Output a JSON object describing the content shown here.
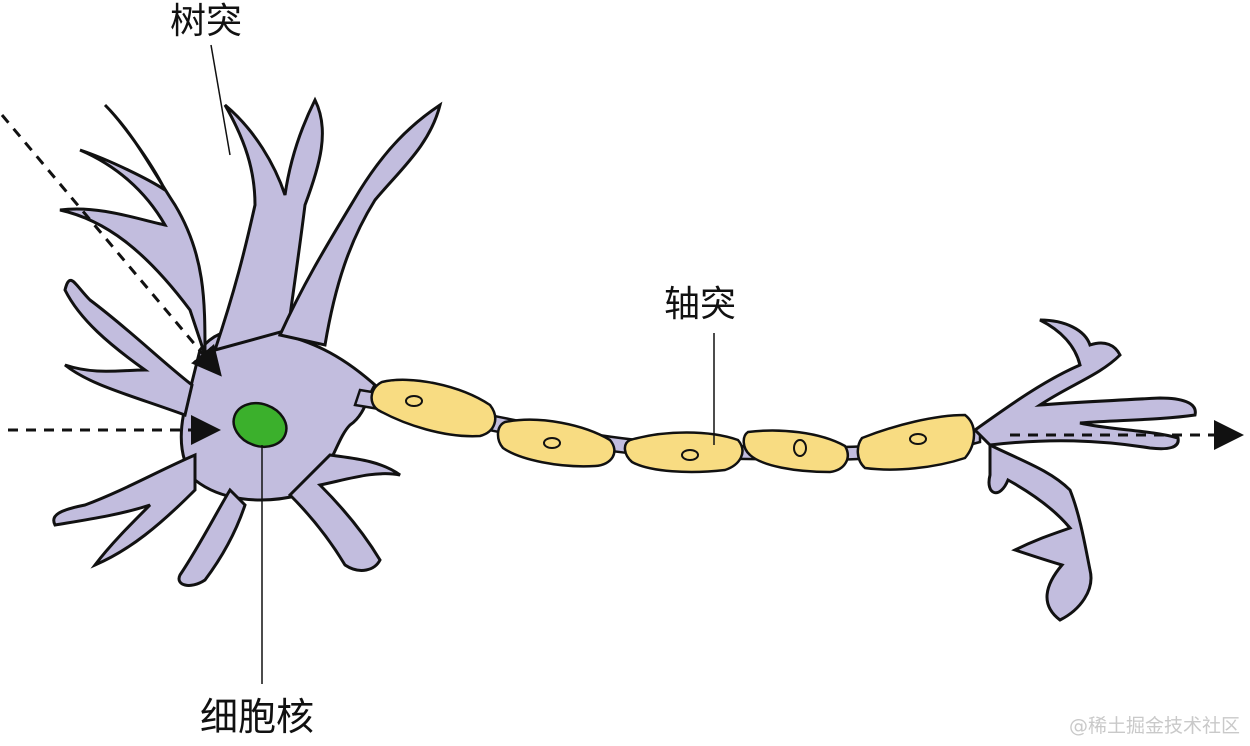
{
  "labels": {
    "dendrite": "树突",
    "axon": "轴突",
    "nucleus": "细胞核"
  },
  "watermark": "@稀土掘金技术社区",
  "colors": {
    "background": "#ffffff",
    "neuron_body": "#c2bdde",
    "outline": "#111111",
    "myelin": "#f8dc82",
    "nucleus": "#3bb02c",
    "text": "#111111",
    "watermark": "#c9c9c9"
  }
}
